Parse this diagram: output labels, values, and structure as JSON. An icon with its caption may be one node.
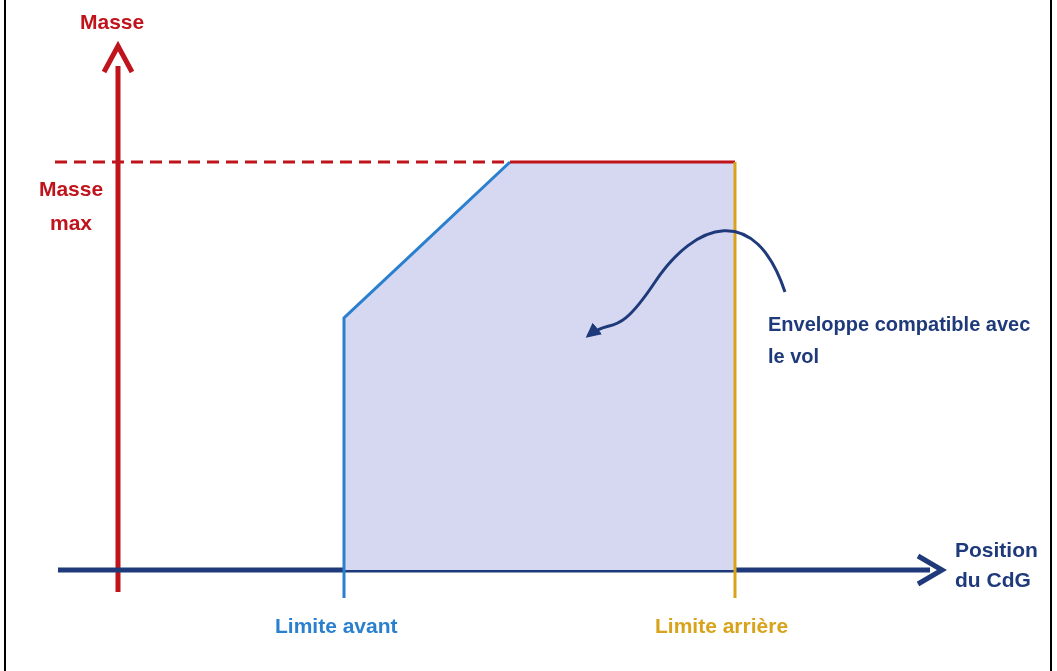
{
  "diagram": {
    "nodes": [
      {
        "text": [],
        "shape": "polygon"
      },
      {
        "text": [
          "Enveloppe compatible avec le vol"
        ]
      }
    ],
    "edges": [
      {
        "from": 1,
        "to": 0,
        "arrow": "to"
      }
    ],
    "labels": [
      "Masse",
      "Masse max",
      "Position du CdG",
      "Limite avant",
      "Limite arrière"
    ]
  }
}
